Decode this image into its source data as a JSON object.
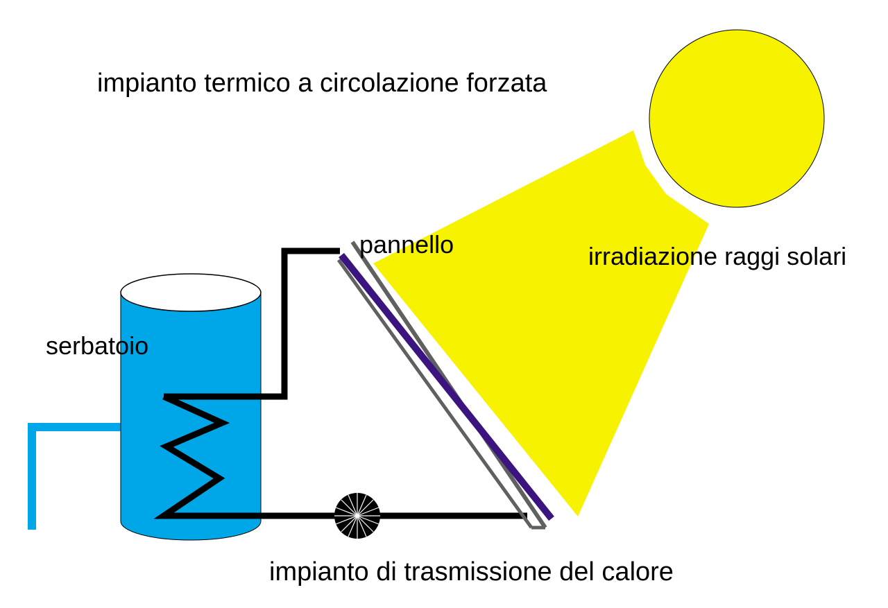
{
  "title": "impianto termico a circolazione forzata",
  "labels": {
    "panel": "pannello",
    "sun_rays": "irradiazione raggi solari",
    "tank": "serbatoio",
    "transmission": "impianto di trasmissione del calore"
  },
  "colors": {
    "sun": "#f7f200",
    "rays": "#f7f200",
    "tank": "#00a7e8",
    "pipe": "#000000",
    "panel_absorber": "#3b1480",
    "panel_frame": "#606060",
    "cold_pipe": "#00a7e8"
  }
}
